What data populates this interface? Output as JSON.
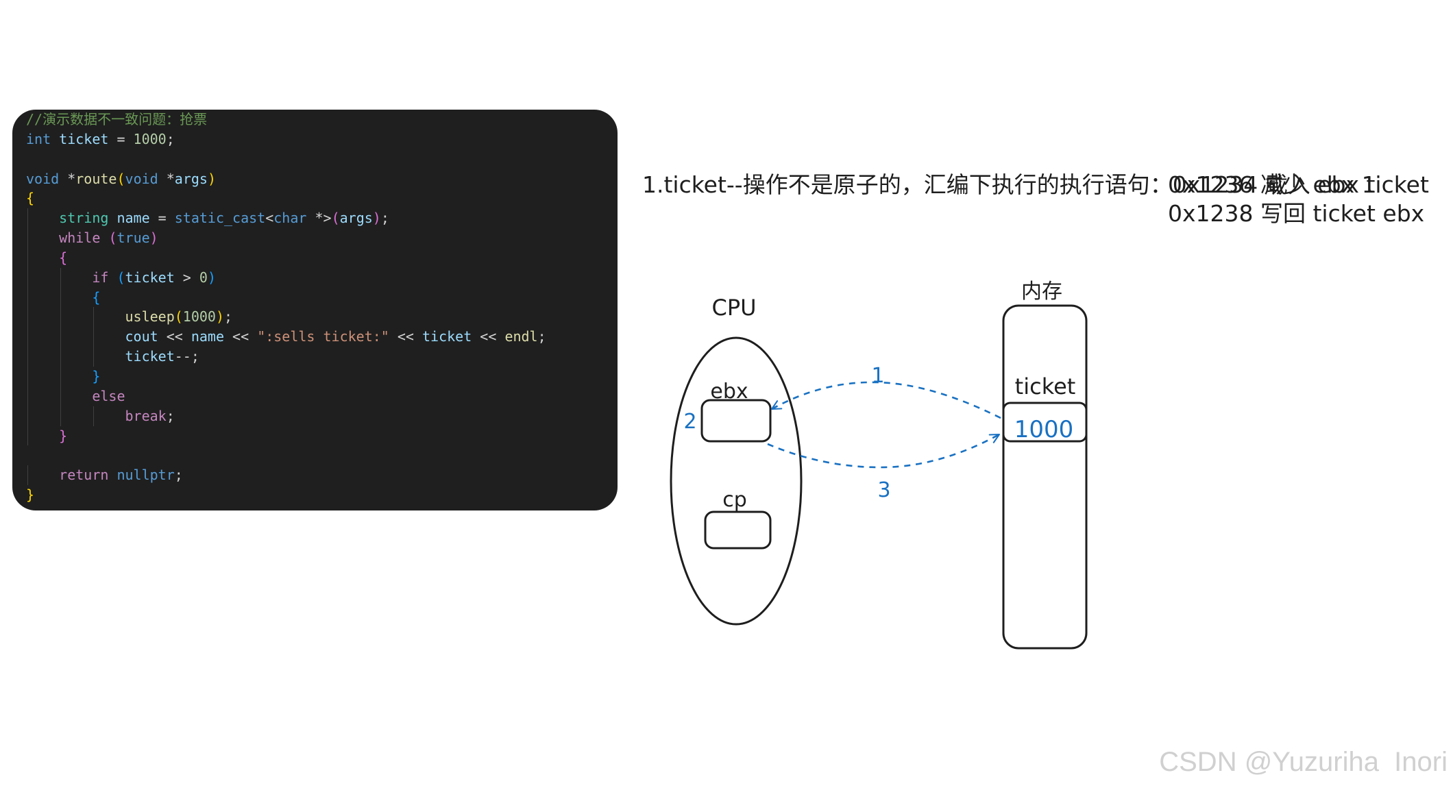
{
  "code": {
    "lines": [
      [
        {
          "t": "//演示数据不一致问题：抢票",
          "c": "c-comment"
        }
      ],
      [
        {
          "t": "int",
          "c": "c-kw"
        },
        {
          "t": " ",
          "c": "c-plain"
        },
        {
          "t": "ticket",
          "c": "c-var"
        },
        {
          "t": " = ",
          "c": "c-plain"
        },
        {
          "t": "1000",
          "c": "c-num"
        },
        {
          "t": ";",
          "c": "c-plain"
        }
      ],
      [],
      [
        {
          "t": "void",
          "c": "c-kw"
        },
        {
          "t": " *",
          "c": "c-plain"
        },
        {
          "t": "route",
          "c": "c-fn"
        },
        {
          "t": "(",
          "c": "c-b1"
        },
        {
          "t": "void",
          "c": "c-kw"
        },
        {
          "t": " *",
          "c": "c-plain"
        },
        {
          "t": "args",
          "c": "c-var"
        },
        {
          "t": ")",
          "c": "c-b1"
        }
      ],
      [
        {
          "t": "{",
          "c": "c-b1"
        }
      ],
      [
        {
          "t": "    ",
          "c": "c-plain"
        },
        {
          "t": "string",
          "c": "c-type"
        },
        {
          "t": " ",
          "c": "c-plain"
        },
        {
          "t": "name",
          "c": "c-var"
        },
        {
          "t": " = ",
          "c": "c-plain"
        },
        {
          "t": "static_cast",
          "c": "c-kw"
        },
        {
          "t": "<",
          "c": "c-plain"
        },
        {
          "t": "char",
          "c": "c-kw"
        },
        {
          "t": " *>",
          "c": "c-plain"
        },
        {
          "t": "(",
          "c": "c-b2"
        },
        {
          "t": "args",
          "c": "c-var"
        },
        {
          "t": ")",
          "c": "c-b2"
        },
        {
          "t": ";",
          "c": "c-plain"
        }
      ],
      [
        {
          "t": "    ",
          "c": "c-plain"
        },
        {
          "t": "while",
          "c": "c-ctrl"
        },
        {
          "t": " ",
          "c": "c-plain"
        },
        {
          "t": "(",
          "c": "c-b2"
        },
        {
          "t": "true",
          "c": "c-kw"
        },
        {
          "t": ")",
          "c": "c-b2"
        }
      ],
      [
        {
          "t": "    ",
          "c": "c-plain"
        },
        {
          "t": "{",
          "c": "c-b2"
        }
      ],
      [
        {
          "t": "        ",
          "c": "c-plain"
        },
        {
          "t": "if",
          "c": "c-ctrl"
        },
        {
          "t": " ",
          "c": "c-plain"
        },
        {
          "t": "(",
          "c": "c-b3"
        },
        {
          "t": "ticket",
          "c": "c-var"
        },
        {
          "t": " > ",
          "c": "c-plain"
        },
        {
          "t": "0",
          "c": "c-num"
        },
        {
          "t": ")",
          "c": "c-b3"
        }
      ],
      [
        {
          "t": "        ",
          "c": "c-plain"
        },
        {
          "t": "{",
          "c": "c-b3"
        }
      ],
      [
        {
          "t": "            ",
          "c": "c-plain"
        },
        {
          "t": "usleep",
          "c": "c-fn"
        },
        {
          "t": "(",
          "c": "c-b1"
        },
        {
          "t": "1000",
          "c": "c-num"
        },
        {
          "t": ")",
          "c": "c-b1"
        },
        {
          "t": ";",
          "c": "c-plain"
        }
      ],
      [
        {
          "t": "            ",
          "c": "c-plain"
        },
        {
          "t": "cout",
          "c": "c-var"
        },
        {
          "t": " << ",
          "c": "c-plain"
        },
        {
          "t": "name",
          "c": "c-var"
        },
        {
          "t": " << ",
          "c": "c-plain"
        },
        {
          "t": "\":sells ticket:\"",
          "c": "c-str"
        },
        {
          "t": " << ",
          "c": "c-plain"
        },
        {
          "t": "ticket",
          "c": "c-var"
        },
        {
          "t": " << ",
          "c": "c-plain"
        },
        {
          "t": "endl",
          "c": "c-fn"
        },
        {
          "t": ";",
          "c": "c-plain"
        }
      ],
      [
        {
          "t": "            ",
          "c": "c-plain"
        },
        {
          "t": "ticket",
          "c": "c-var"
        },
        {
          "t": "--;",
          "c": "c-plain"
        }
      ],
      [
        {
          "t": "        ",
          "c": "c-plain"
        },
        {
          "t": "}",
          "c": "c-b3"
        }
      ],
      [
        {
          "t": "        ",
          "c": "c-plain"
        },
        {
          "t": "else",
          "c": "c-ctrl"
        }
      ],
      [
        {
          "t": "            ",
          "c": "c-plain"
        },
        {
          "t": "break",
          "c": "c-ctrl"
        },
        {
          "t": ";",
          "c": "c-plain"
        }
      ],
      [
        {
          "t": "    ",
          "c": "c-plain"
        },
        {
          "t": "}",
          "c": "c-b2"
        }
      ],
      [],
      [
        {
          "t": "    ",
          "c": "c-plain"
        },
        {
          "t": "return",
          "c": "c-ctrl"
        },
        {
          "t": " ",
          "c": "c-plain"
        },
        {
          "t": "nullptr",
          "c": "c-kw"
        },
        {
          "t": ";",
          "c": "c-plain"
        }
      ],
      [
        {
          "t": "}",
          "c": "c-b1"
        }
      ]
    ]
  },
  "asm": {
    "lead": "1.ticket--操作不是原子的，汇编下执行的执行语句：",
    "lines": [
      "0x1234 载入 ebx ticket",
      "0x1236 减少 ebx 1",
      "0x1238 写回 ticket ebx"
    ]
  },
  "diagram": {
    "cpu_label": "CPU",
    "register_ebx": "ebx",
    "register_cp": "cp",
    "memory_label": "内存",
    "memory_var": "ticket",
    "memory_value": "1000",
    "step1": "1",
    "step2": "2",
    "step3": "3",
    "ink_color": "#1e1e1e",
    "accent_color": "#1971c2"
  },
  "watermark": "CSDN @Yuzuriha  Inori"
}
